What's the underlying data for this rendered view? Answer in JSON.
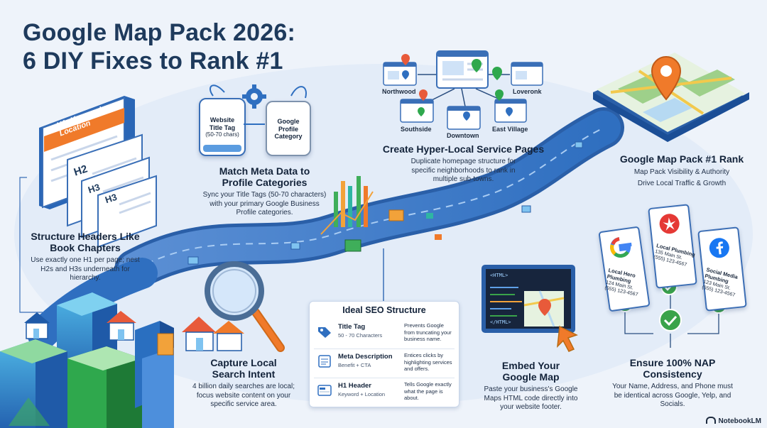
{
  "title": {
    "line1": "Google Map Pack 2026:",
    "line2": "6 DIY Fixes to Rank #1"
  },
  "headers_section": {
    "heading": "Structure Headers Like Book Chapters",
    "heading_line1": "Structure Headers Like",
    "heading_line2": "Book Chapters",
    "text": "Use exactly one H1 per page; nest H2s and H3s underneath for hierarchy.",
    "h1_label": "H1: Keyword + Location",
    "h2_label": "H2",
    "h3_label": "H3"
  },
  "meta_section": {
    "heading_line1": "Match Meta Data to",
    "heading_line2": "Profile Categories",
    "text": "Sync your Title Tags (50-70 characters) with your primary Google Business Profile categories.",
    "tag_left": "Website Title Tag (50-70 chars)",
    "tag_left_l1": "Website",
    "tag_left_l2": "Title Tag",
    "tag_left_l3": "(50-70 chars)",
    "tag_right_l1": "Google",
    "tag_right_l2": "Profile",
    "tag_right_l3": "Category"
  },
  "hyperlocal_section": {
    "heading": "Create Hyper-Local Service Pages",
    "text": "Duplicate homepage structure for specific neighborhoods to rank in multiple sub-towns.",
    "neighborhoods": [
      "Northwood",
      "Loveronk",
      "Southside",
      "Downtown",
      "East Village"
    ]
  },
  "rank_section": {
    "heading": "Google Map Pack #1 Rank",
    "line1": "Map Pack Visibility & Authority",
    "line2": "Drive Local Traffic & Growth"
  },
  "intent_section": {
    "heading_line1": "Capture Local",
    "heading_line2": "Search Intent",
    "text": "4 billion daily searches are local; focus website content on your specific service area."
  },
  "seo_structure": {
    "title": "Ideal SEO Structure",
    "rows": [
      {
        "label": "Title Tag",
        "sub": "50 - 70 Characters",
        "desc": "Prevents Google from truncating your business name.",
        "icon": "tag-icon"
      },
      {
        "label": "Meta Description",
        "sub": "Benefit + CTA",
        "desc": "Entices clicks by highlighting services and offers.",
        "icon": "document-icon"
      },
      {
        "label": "H1 Header",
        "sub": "Keyword + Location",
        "desc": "Tells Google exactly what the page is about.",
        "icon": "header-icon"
      }
    ]
  },
  "embed_section": {
    "heading_line1": "Embed Your",
    "heading_line2": "Google Map",
    "text": "Paste your business's Google Maps HTML code directly into your website footer.",
    "code_open": "<HTML>",
    "code_close": "</HTML>"
  },
  "nap_section": {
    "heading_line1": "Ensure 100% NAP",
    "heading_line2": "Consistency",
    "text": "Your Name, Address, and Phone must be identical across Google, Yelp, and Socials.",
    "cards": [
      {
        "name": "Local Hero Plumbing",
        "address": "124 Main St.",
        "phone": "(555) 123-4567",
        "icon": "google-icon"
      },
      {
        "name": "Local Plumbing",
        "address": "135 Main St.",
        "phone": "(555) 123-4567",
        "icon": "yelp-icon"
      },
      {
        "name": "Social Media Plumbing",
        "address": "123 Main St.",
        "phone": "(555) 123-4567",
        "icon": "facebook-icon"
      }
    ]
  },
  "footer": {
    "brand": "NotebookLM"
  },
  "colors": {
    "title": "#1e3a5c",
    "road": "#2f6fc0",
    "accent_orange": "#f07a2a",
    "check_green": "#3aa34a"
  }
}
